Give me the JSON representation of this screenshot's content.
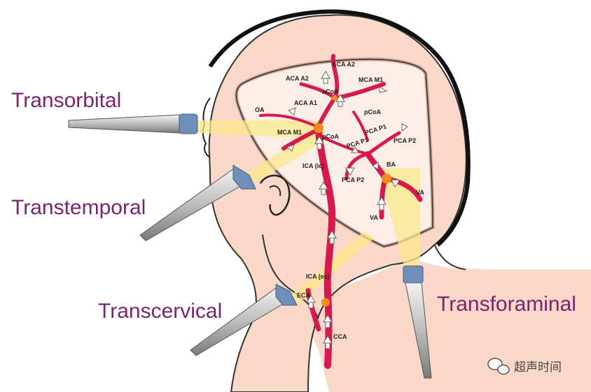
{
  "windows": {
    "transorbital": "Transorbital",
    "transtemporal": "Transtemporal",
    "transcervical": "Transcervical",
    "transforaminal": "Transforaminal"
  },
  "vessels": {
    "aca_a2_top": "ACA A2",
    "aca_a2_left": "ACA A2",
    "mca_m1_right": "MCA M1",
    "acoa": "aCoA",
    "aca_a1": "ACA A1",
    "oa": "OA",
    "mca_m1_left": "MCA M1",
    "pcoa_left": "pCoA",
    "pcoa_right": "pCoA",
    "pca_p1_a": "PCA P1",
    "pca_p1_b": "PCA P1",
    "pca_p2_right": "PCA P2",
    "pca_p2_left": "PCA P2",
    "ica_ic": "ICA (ic)",
    "ba": "BA",
    "va_right": "VA",
    "va_left": "VA",
    "ica_ec": "ICA (ec)",
    "eca": "ECA",
    "cca": "CCA"
  },
  "watermark": {
    "text": "超声时间"
  },
  "colors": {
    "skin": "#f9d8c8",
    "skull_band": "#c9a396",
    "brain_area": "#fbeee7",
    "vessel": "#d8194e",
    "beam": "#fbe88a",
    "label": "#7a2370",
    "probe_tip": "#6f8fb8"
  }
}
